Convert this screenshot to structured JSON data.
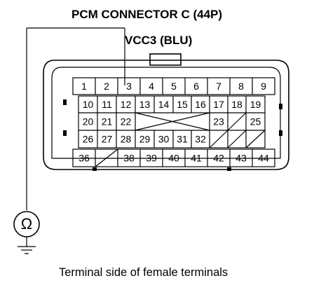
{
  "title": "PCM CONNECTOR C (44P)",
  "wire_label": "VCC3 (BLU)",
  "caption": "Terminal side of female terminals",
  "meter_symbol": "Ω",
  "rows": [
    [
      "1",
      "2",
      "3",
      "4",
      "5",
      "6",
      "7",
      "8",
      "9"
    ],
    [
      "10",
      "11",
      "12",
      "13",
      "14",
      "15",
      "16",
      "17",
      "18",
      "19"
    ],
    [
      "20",
      "21",
      "22",
      "23",
      "25"
    ],
    [
      "26",
      "27",
      "28",
      "29",
      "30",
      "31",
      "32"
    ],
    [
      "36",
      "38",
      "39",
      "40",
      "41",
      "42",
      "43",
      "44"
    ]
  ]
}
